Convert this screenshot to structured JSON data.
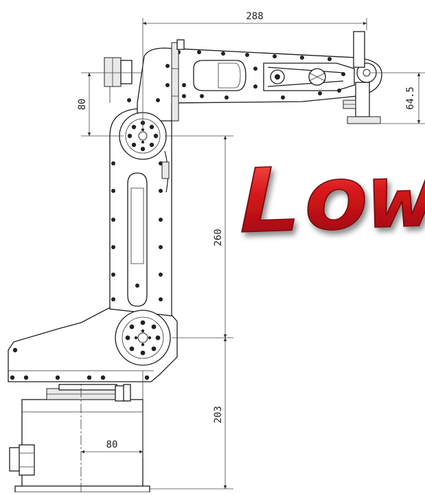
{
  "dimensions": {
    "top_reach": "288",
    "forearm_height": "80",
    "tool_offset": "64.5",
    "upper_arm_length": "260",
    "base_height": "203",
    "base_offset": "80"
  },
  "watermark": {
    "text": "Low",
    "color": "#c8151b"
  }
}
